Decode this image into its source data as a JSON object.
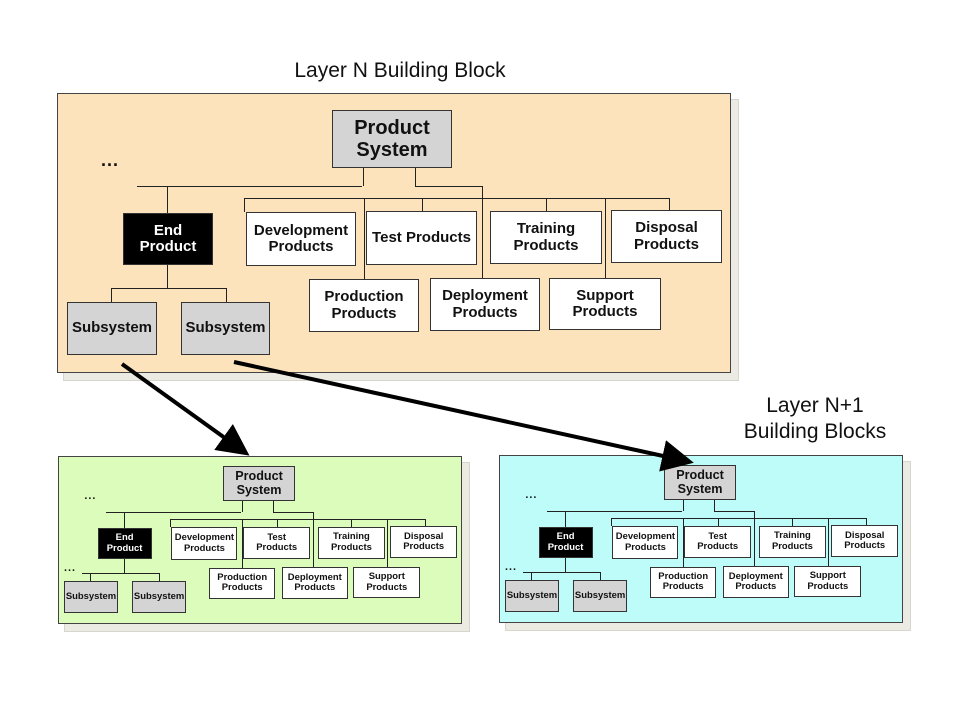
{
  "captions": {
    "layer_n": "Layer N Building Block",
    "layer_n1_line1": "Layer N+1",
    "layer_n1_line2": "Building Blocks"
  },
  "colors": {
    "layer_n_panel": "#fde3bb",
    "layer_n1_left_panel": "#dcfcbb",
    "layer_n1_right_panel": "#bdfcf9",
    "gray_box": "#d4d4d4",
    "black_box": "#000000",
    "white_box": "#ffffff"
  },
  "diagrams": [
    {
      "name": "layer-n",
      "panel_color_key": "layer_n_panel",
      "ellipsis_top": "...",
      "ellipsis_sub": "",
      "nodes": {
        "product_system": "Product System",
        "end_product": "End Product",
        "development": "Development Products",
        "test": "Test Products",
        "training": "Training Products",
        "disposal": "Disposal Products",
        "production": "Production Products",
        "deployment": "Deployment Products",
        "support": "Support Products",
        "subsystem_1": "Subsystem",
        "subsystem_2": "Subsystem"
      }
    },
    {
      "name": "layer-n1-left",
      "panel_color_key": "layer_n1_left_panel",
      "ellipsis_top": "...",
      "ellipsis_sub": "...",
      "nodes": {
        "product_system": "Product System",
        "end_product": "End Product",
        "development": "Development Products",
        "test": "Test Products",
        "training": "Training Products",
        "disposal": "Disposal Products",
        "production": "Production Products",
        "deployment": "Deployment Products",
        "support": "Support Products",
        "subsystem_1": "Subsystem",
        "subsystem_2": "Subsystem"
      }
    },
    {
      "name": "layer-n1-right",
      "panel_color_key": "layer_n1_right_panel",
      "ellipsis_top": "...",
      "ellipsis_sub": "...",
      "nodes": {
        "product_system": "Product System",
        "end_product": "End Product",
        "development": "Development Products",
        "test": "Test Products",
        "training": "Training Products",
        "disposal": "Disposal Products",
        "production": "Production Products",
        "deployment": "Deployment Products",
        "support": "Support Products",
        "subsystem_1": "Subsystem",
        "subsystem_2": "Subsystem"
      }
    }
  ],
  "arrows": [
    {
      "from": "layer-n.subsystem_1",
      "to": "layer-n1-left.product_system"
    },
    {
      "from": "layer-n.subsystem_2",
      "to": "layer-n1-right.product_system"
    }
  ]
}
